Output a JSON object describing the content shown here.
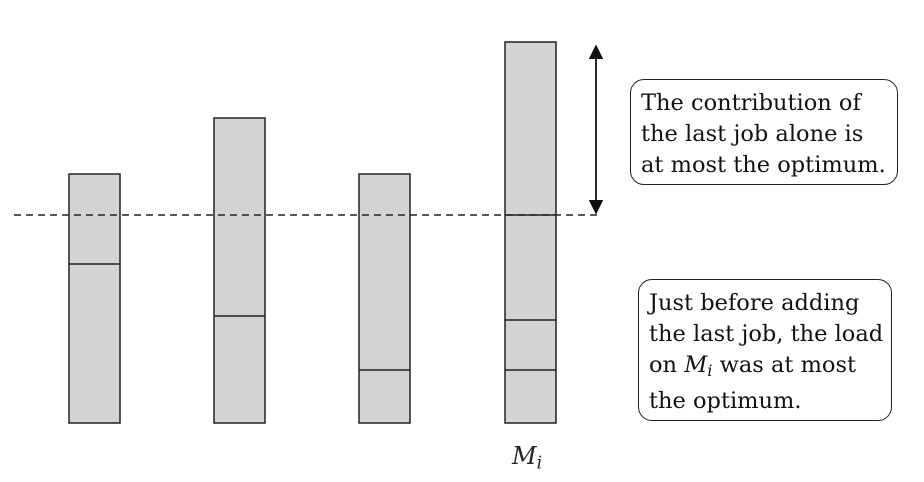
{
  "diagram": {
    "columns_fill_color": "#d3d4d6",
    "stroke_color": "#222222",
    "machines": [
      {
        "id": "machine-1",
        "label": ""
      },
      {
        "id": "machine-2",
        "label": ""
      },
      {
        "id": "machine-3",
        "label": ""
      },
      {
        "id": "machine-4",
        "label_var": "M",
        "label_sub": "i"
      }
    ],
    "callouts": {
      "top": {
        "lines": [
          "The contribution of",
          "the last job alone is",
          "at most the optimum."
        ]
      },
      "bottom": {
        "line1": "Just before adding",
        "line2": "the last job, the load",
        "line3_prefix": "on ",
        "line3_var": "M",
        "line3_sub": "i",
        "line3_suffix": " was at most",
        "line4": "the optimum."
      }
    }
  }
}
